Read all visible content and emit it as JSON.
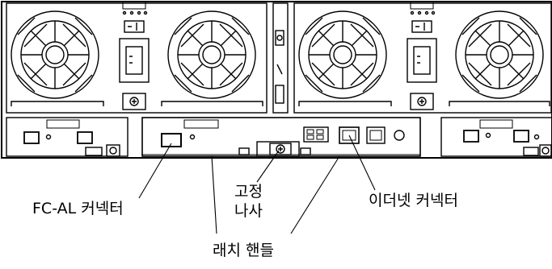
{
  "callouts": {
    "fc_al_connector": "FC-AL 커넥터",
    "fixing_screw_line1": "고정",
    "fixing_screw_line2": "나사",
    "ethernet_connector": "이더넷 커넥터",
    "latch_handle": "래치 핸들"
  },
  "colors": {
    "line": "#000000",
    "background": "#ffffff"
  }
}
